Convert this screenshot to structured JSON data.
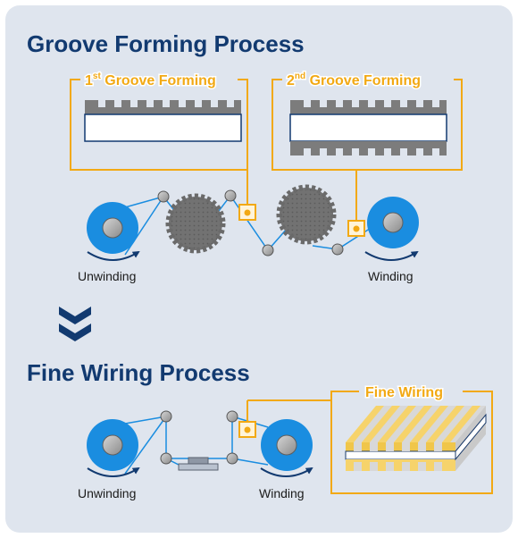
{
  "titles": {
    "groove": "Groove Forming Process",
    "fine": "Fine Wiring Process"
  },
  "groove_section": {
    "first_label_num": "1",
    "first_label_sup": "st",
    "first_label_text": " Groove Forming",
    "second_label_num": "2",
    "second_label_sup": "nd",
    "second_label_text": " Groove Forming",
    "unwinding": "Unwinding",
    "winding": "Winding"
  },
  "fine_section": {
    "inset_label": "Fine Wiring",
    "unwinding": "Unwinding",
    "winding": "Winding"
  },
  "colors": {
    "navy": "#123a70",
    "blue": "#1a8de0",
    "orange": "#f2a914",
    "gear": "#6f6f6f",
    "panel": "#dfe5ee"
  }
}
